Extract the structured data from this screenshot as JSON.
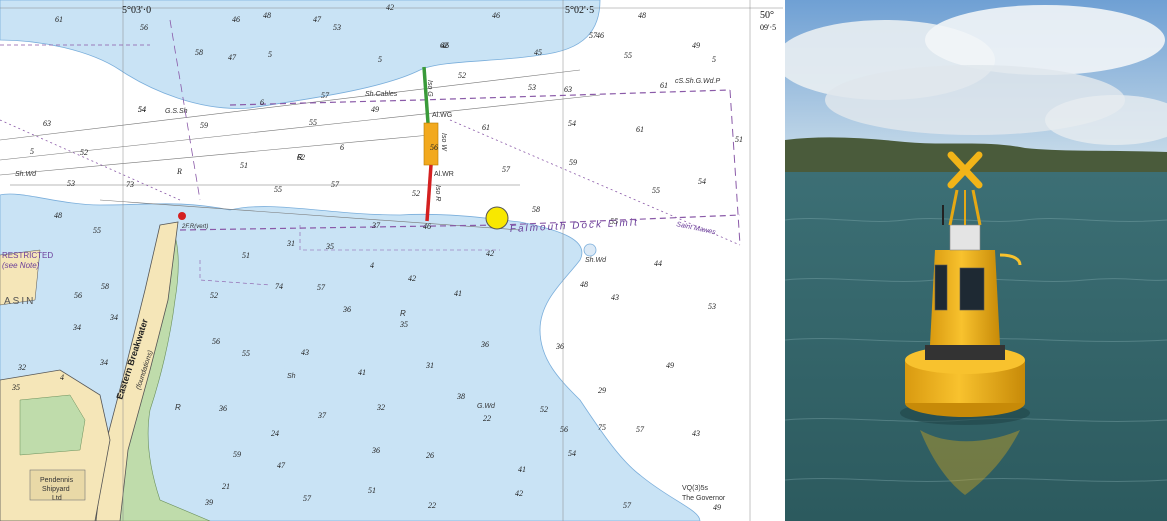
{
  "chart": {
    "coord_lon_left": "5°03'·0",
    "coord_lon_right": "5°02'·5",
    "coord_lat_top": "50°",
    "coord_lat_min": "09'·5",
    "place_falmouth_dock_limit": "Falmouth Dock Limit",
    "place_eastern_breakwater": "Eastern Breakwater",
    "place_foundations": "(foundations)",
    "place_restricted": "RESTRICTED",
    "place_see_note": "(see Note)",
    "place_basin": "ASIN",
    "place_pendennis": "Pendennis",
    "place_shipyard": "Shipyard",
    "place_ltd": "Ltd",
    "light_alwg": "Al.WG",
    "light_alwr": "Al.WR",
    "light_iso_g": "Iso G",
    "light_iso_w": "Iso W",
    "light_iso_r": "Iso R",
    "light_governor_code": "VQ(3)5s",
    "light_governor": "The Governor",
    "light_2f_r_vert": "2F.R(vert)",
    "seabed_sh_cables": "Sh.Cables",
    "seabed_gs_sh": "G.S.Sh",
    "seabed_sh_wd": "Sh.Wd",
    "seabed_sh_wd2": "Sh.Wd",
    "seabed_gwd": "G.Wd",
    "seabed_sh": "Sh",
    "seabed_r": "R",
    "seabed_r2": "R",
    "seabed_r3": "R",
    "seabed_csshgwdp": "cS.Sh.G.Wd.P",
    "place_saint_mawes": "Saint Mawes",
    "soundings": [
      "61",
      "56",
      "58",
      "46",
      "48",
      "47",
      "53",
      "42",
      "46",
      "46",
      "45",
      "48",
      "49",
      "47",
      "5",
      "5",
      "62",
      "52",
      "57",
      "55",
      "46",
      "5",
      "6",
      "57",
      "49",
      "53",
      "63",
      "54",
      "59",
      "55",
      "61",
      "54",
      "61",
      "51",
      "63",
      "54",
      "6",
      "61",
      "5",
      "52",
      "51",
      "62",
      "R",
      "56",
      "59",
      "57",
      "53",
      "73",
      "55",
      "57",
      "55",
      "54",
      "52",
      "58",
      "55",
      "48",
      "55",
      "4",
      "31",
      "35",
      "37",
      "51",
      "42",
      "41",
      "46",
      "42",
      "48",
      "43",
      "44",
      "53",
      "52",
      "57",
      "74",
      "36",
      "35",
      "36",
      "36",
      "49",
      "56",
      "58",
      "56",
      "55",
      "43",
      "41",
      "31",
      "29",
      "36",
      "24",
      "37",
      "32",
      "38",
      "41",
      "52",
      "57",
      "43",
      "47",
      "36",
      "26",
      "22",
      "21",
      "51",
      "57",
      "42",
      "59",
      "54",
      "57",
      "49",
      "34",
      "34",
      "32",
      "34",
      "4",
      "35",
      "39",
      "22",
      "75",
      "56"
    ],
    "colors": {
      "water_deep": "#ffffff",
      "water_shallow": "#c9e3f5",
      "land": "#f5e6b8",
      "intertidal": "#bfdcab",
      "magenta": "#8a5aa8",
      "sector_green": "#3a9a3a",
      "sector_red": "#d42020",
      "sector_white": "#ffffff",
      "sector_box": "#f2a91e",
      "buoy_marker": "#f8e800"
    }
  },
  "photo": {
    "colors": {
      "sky": "#9fc3e4",
      "cloud": "#e9eef2",
      "sea": "#3c6f75",
      "buoy": "#f4b61c",
      "hills": "#4a5b3b"
    }
  }
}
